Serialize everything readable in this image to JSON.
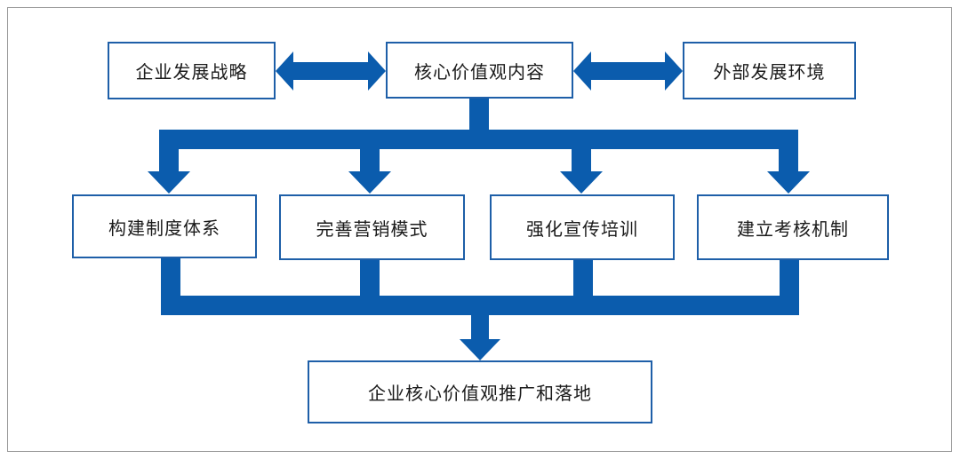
{
  "colors": {
    "accent": "#0b5cad",
    "box_border": "#1e5fa8",
    "frame_border": "#9a9a9a"
  },
  "top_row": {
    "left": "企业发展战略",
    "center": "核心价值观内容",
    "right": "外部发展环境"
  },
  "middle_row": [
    "构建制度体系",
    "完善营销模式",
    "强化宣传培训",
    "建立考核机制"
  ],
  "bottom": "企业核心价值观推广和落地"
}
